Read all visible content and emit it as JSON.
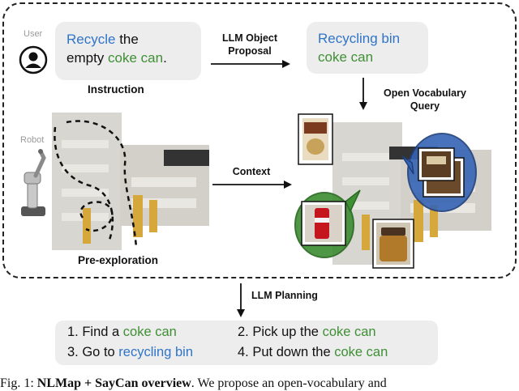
{
  "user_label": "User",
  "robot_label": "Robot",
  "instruction": {
    "pre1": "Recycle",
    "mid1": " the",
    "pre2": "empty ",
    "obj": "coke can",
    "end": ".",
    "caption": "Instruction"
  },
  "llm_object_proposal": {
    "line1": "LLM Object",
    "line2": "Proposal"
  },
  "proposal": {
    "item1": "Recycling bin",
    "item2": "coke can"
  },
  "open_vocabulary_query": {
    "line1": "Open Vocabulary",
    "line2": "Query"
  },
  "context_label": "Context",
  "pre_exploration_label": "Pre-exploration",
  "llm_planning_label": "LLM Planning",
  "plan_steps": [
    {
      "prefix": "1. Find a ",
      "object": "coke can"
    },
    {
      "prefix": "2. Pick up the ",
      "object": "coke can"
    },
    {
      "prefix": "3. Go to ",
      "object": "recycling bin"
    },
    {
      "prefix": "4. Put down the ",
      "object": "coke can"
    }
  ],
  "figure_caption": {
    "label": "Fig. 1:",
    "title": "NLMap + SayCan overview",
    "text": ". We propose an open-vocabulary and"
  },
  "colors": {
    "blue": "#2f74c9",
    "green": "#3f8f35",
    "bubble_gray": "#ededed"
  }
}
